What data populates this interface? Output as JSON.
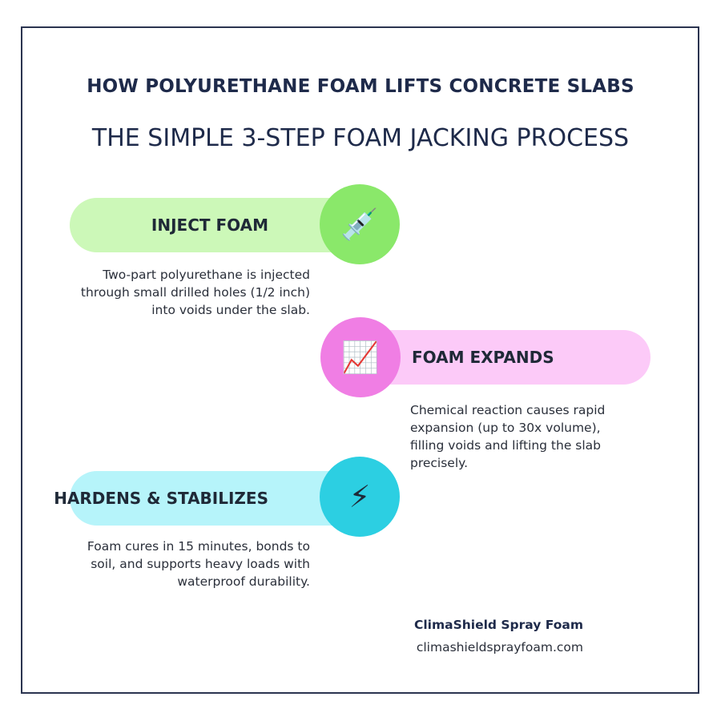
{
  "header": {
    "title": "HOW POLYURETHANE FOAM LIFTS CONCRETE SLABS",
    "subtitle": "THE SIMPLE 3-STEP FOAM JACKING PROCESS"
  },
  "steps": [
    {
      "label": "INJECT FOAM",
      "icon": "syringe-icon",
      "icon_glyph": "💉",
      "pill_color": "#ccf8b8",
      "circle_color": "#8ae86a",
      "description": "Two-part polyurethane is injected through small drilled holes (1/2 inch) into voids under the slab."
    },
    {
      "label": "FOAM EXPANDS",
      "icon": "chart-increasing-icon",
      "icon_glyph": "📈",
      "pill_color": "#fccaf8",
      "circle_color": "#f07ee4",
      "description": "Chemical reaction causes rapid expansion (up to 30x volume), filling voids and lifting the slab precisely."
    },
    {
      "label": "HARDENS & STABILIZES",
      "icon": "lightning-icon",
      "icon_glyph": "⚡",
      "pill_color": "#b6f4fa",
      "circle_color": "#2ccfe2",
      "description": "Foam cures in 15 minutes, bonds to soil, and supports heavy loads with waterproof durability."
    }
  ],
  "footer": {
    "company": "ClimaShield Spray Foam",
    "website": "climashieldsprayfoam.com"
  }
}
